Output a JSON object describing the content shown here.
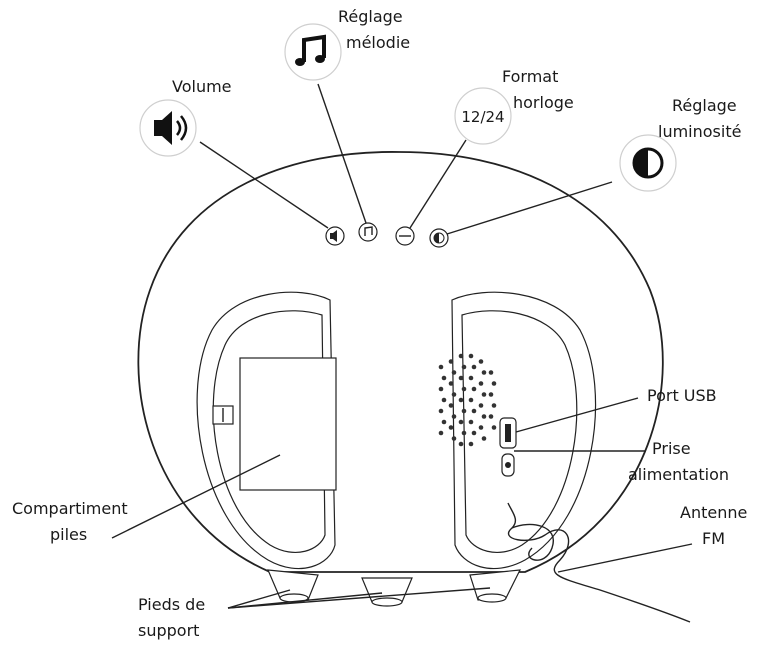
{
  "labels": {
    "volume": "Volume",
    "melody_line1": "Réglage",
    "melody_line2": "mélodie",
    "clock_line1": "Format",
    "clock_line2": "horloge",
    "clock_badge": "12/24",
    "brightness_line1": "Réglage",
    "brightness_line2": "luminosité",
    "usb": "Port USB",
    "power_line1": "Prise",
    "power_line2": "alimentation",
    "battery_line1": "Compartiment",
    "battery_line2": "piles",
    "antenna_line1": "Antenne",
    "antenna_line2": "FM",
    "feet_line1": "Pieds de",
    "feet_line2": "support"
  },
  "icons": {
    "volume": "speaker-icon",
    "melody": "music-note-icon",
    "brightness": "half-circle-icon"
  }
}
